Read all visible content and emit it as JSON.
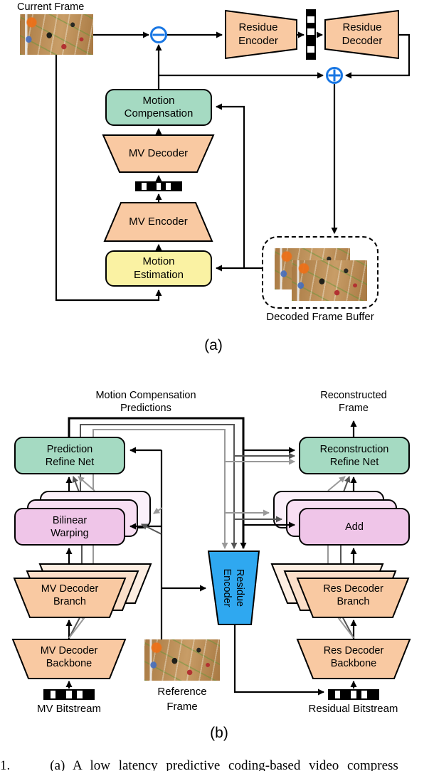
{
  "colors": {
    "block_peach": "#F9C9A2",
    "block_peach_mid": "#FBDFC9",
    "block_peach_light": "#FDEEE2",
    "block_green": "#A5DAC2",
    "block_yellow": "#FAF2A3",
    "block_pink": "#EFC5E8",
    "block_pink_mid": "#F8DFF3",
    "block_pink_light": "#FBF0FA",
    "block_blue": "#2FA8F0",
    "operator_blue": "#1876E3",
    "wire_black": "#000000",
    "wire_dark_gray": "#555555",
    "wire_light_gray": "#999999"
  },
  "panel_a": {
    "label": "(a)",
    "current_frame": "Current Frame",
    "residue_encoder": {
      "l1": "Residue",
      "l2": "Encoder"
    },
    "residue_decoder": {
      "l1": "Residue",
      "l2": "Decoder"
    },
    "motion_compensation": {
      "l1": "Motion",
      "l2": "Compensation"
    },
    "mv_decoder": "MV Decoder",
    "mv_encoder": "MV Encoder",
    "motion_estimation": {
      "l1": "Motion",
      "l2": "Estimation"
    },
    "decoded_frame_buffer": "Decoded Frame Buffer",
    "bitstream_v_pattern": "10101101",
    "bitstream_h_pattern": "101101011"
  },
  "panel_b": {
    "label": "(b)",
    "predictions_label": {
      "l1": "Motion Compensation",
      "l2": "Predictions"
    },
    "reconstructed": {
      "l1": "Reconstructed",
      "l2": "Frame"
    },
    "prediction_refine": {
      "l1": "Prediction",
      "l2": "Refine Net"
    },
    "bilinear_warping": {
      "l1": "Bilinear",
      "l2": "Warping"
    },
    "mv_decoder_branch": {
      "l1": "MV Decoder",
      "l2": "Branch"
    },
    "mv_decoder_backbone": {
      "l1": "MV Decoder",
      "l2": "Backbone"
    },
    "mv_bitstream": "MV Bitstream",
    "reference_frame": {
      "l1": "Reference",
      "l2": "Frame"
    },
    "residue_encoder": {
      "l1": "Residue",
      "l2": "Encoder"
    },
    "reconstruction_refine": {
      "l1": "Reconstruction",
      "l2": "Refine Net"
    },
    "add": "Add",
    "res_decoder_branch": {
      "l1": "Res Decoder",
      "l2": "Branch"
    },
    "res_decoder_backbone": {
      "l1": "Res Decoder",
      "l2": "Backbone"
    },
    "residual_bitstream": "Residual Bitstream",
    "mv_bitstream_pattern": "101101011",
    "residual_bitstream_pattern": "101101011"
  },
  "caption": {
    "number": "1.",
    "text": "(a) A low latency predictive coding-based video compress"
  }
}
